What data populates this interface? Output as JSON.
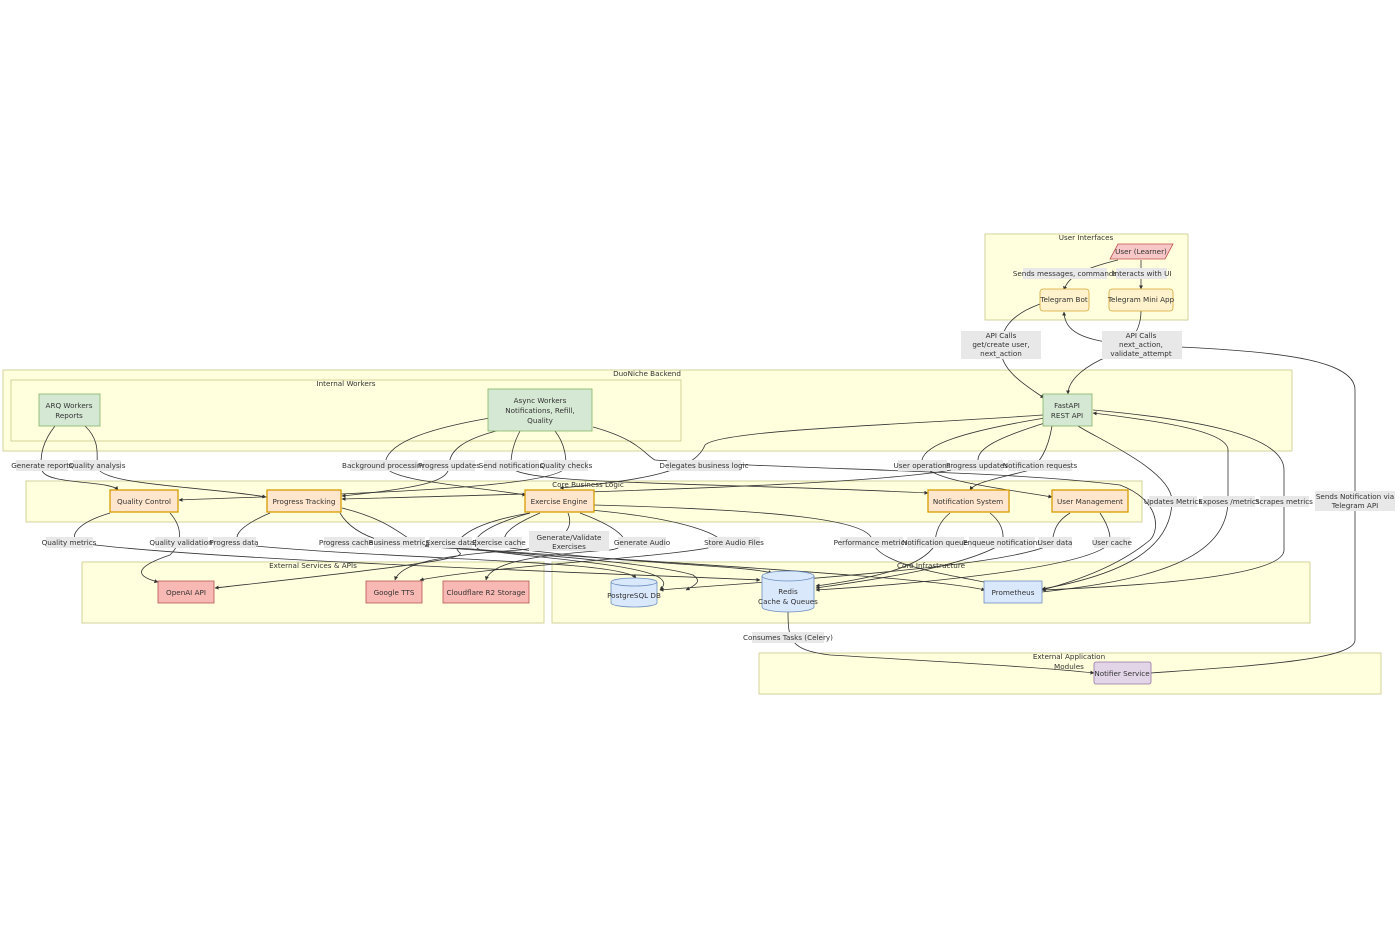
{
  "clusters": {
    "user_interfaces": "User Interfaces",
    "backend": "DuoNiche Backend",
    "internal_workers": "Internal Workers",
    "core_logic": "Core Business Logic",
    "external_services": "External Services & APIs",
    "core_infra": "Core Infrastructure",
    "external_app_line1": "External Application",
    "external_app_line2": "Modules"
  },
  "nodes": {
    "user": "User (Learner)",
    "telegram_bot": "Telegram Bot",
    "mini_app": "Telegram Mini App",
    "fastapi_1": "FastAPI",
    "fastapi_2": "REST API",
    "arq_1": "ARQ Workers",
    "arq_2": "Reports",
    "async_1": "Async Workers",
    "async_2": "Notifications, Refill,",
    "async_3": "Quality",
    "quality_control": "Quality Control",
    "progress_tracking": "Progress Tracking",
    "exercise_engine": "Exercise Engine",
    "notification_system": "Notification System",
    "user_management": "User Management",
    "openai": "OpenAI API",
    "google_tts": "Google TTS",
    "cloudflare": "Cloudflare R2 Storage",
    "postgres": "PostgreSQL DB",
    "redis_1": "Redis",
    "redis_2": "Cache & Queues",
    "prometheus": "Prometheus",
    "notifier": "Notifier Service"
  },
  "edge_labels": {
    "sends_messages": "Sends messages, commands",
    "interacts_ui": "Interacts with UI",
    "api_calls_bot_1": "API Calls",
    "api_calls_bot_2": "get/create user,",
    "api_calls_bot_3": "next_action",
    "api_calls_app_1": "API Calls",
    "api_calls_app_2": "next_action,",
    "api_calls_app_3": "validate_attempt",
    "generate_reports": "Generate reports",
    "quality_analysis": "Quality analysis",
    "background_processing": "Background processing",
    "progress_updates_1": "Progress updates",
    "send_notifications": "Send notifications",
    "quality_checks": "Quality checks",
    "delegates": "Delegates business logic",
    "user_operations": "User operations",
    "progress_updates_2": "Progress updates",
    "notification_requests": "Notification requests",
    "updates_metrics": "Updates Metrics",
    "exposes_metrics": "Exposes /metrics",
    "scrapes_metrics": "Scrapes metrics",
    "sends_notification_1": "Sends Notification via",
    "sends_notification_2": "Telegram API",
    "quality_metrics": "Quality metrics",
    "quality_validation": "Quality validation",
    "progress_data": "Progress data",
    "progress_cache": "Progress cache",
    "business_metrics": "Business metrics",
    "exercise_data": "Exercise data",
    "exercise_cache": "Exercise cache",
    "generate_validate_1": "Generate/Validate",
    "generate_validate_2": "Exercises",
    "generate_audio": "Generate Audio",
    "store_audio": "Store Audio Files",
    "performance_metrics": "Performance metrics",
    "notification_queue": "Notification queue",
    "enqueue_notifications": "Enqueue notifications",
    "user_data": "User data",
    "user_cache": "User cache",
    "consumes_tasks": "Consumes Tasks (Celery)"
  },
  "colors": {
    "cluster_fill": "#ffffde",
    "cluster_stroke": "#c9c98a",
    "pink_fill": "#f8c8c8",
    "pink_stroke": "#c0504d",
    "yellow_fill": "#fff2cc",
    "yellow_stroke": "#d6a531",
    "green_fill": "#d5e8d4",
    "green_stroke": "#82b366",
    "orange_fill": "#ffe6cc",
    "orange_stroke": "#d79b00",
    "red_fill": "#f8b9b4",
    "red_stroke": "#b85450",
    "blue_fill": "#dae8fc",
    "blue_stroke": "#6c8ebf",
    "purple_fill": "#e1d5e7",
    "purple_stroke": "#9673a6"
  }
}
